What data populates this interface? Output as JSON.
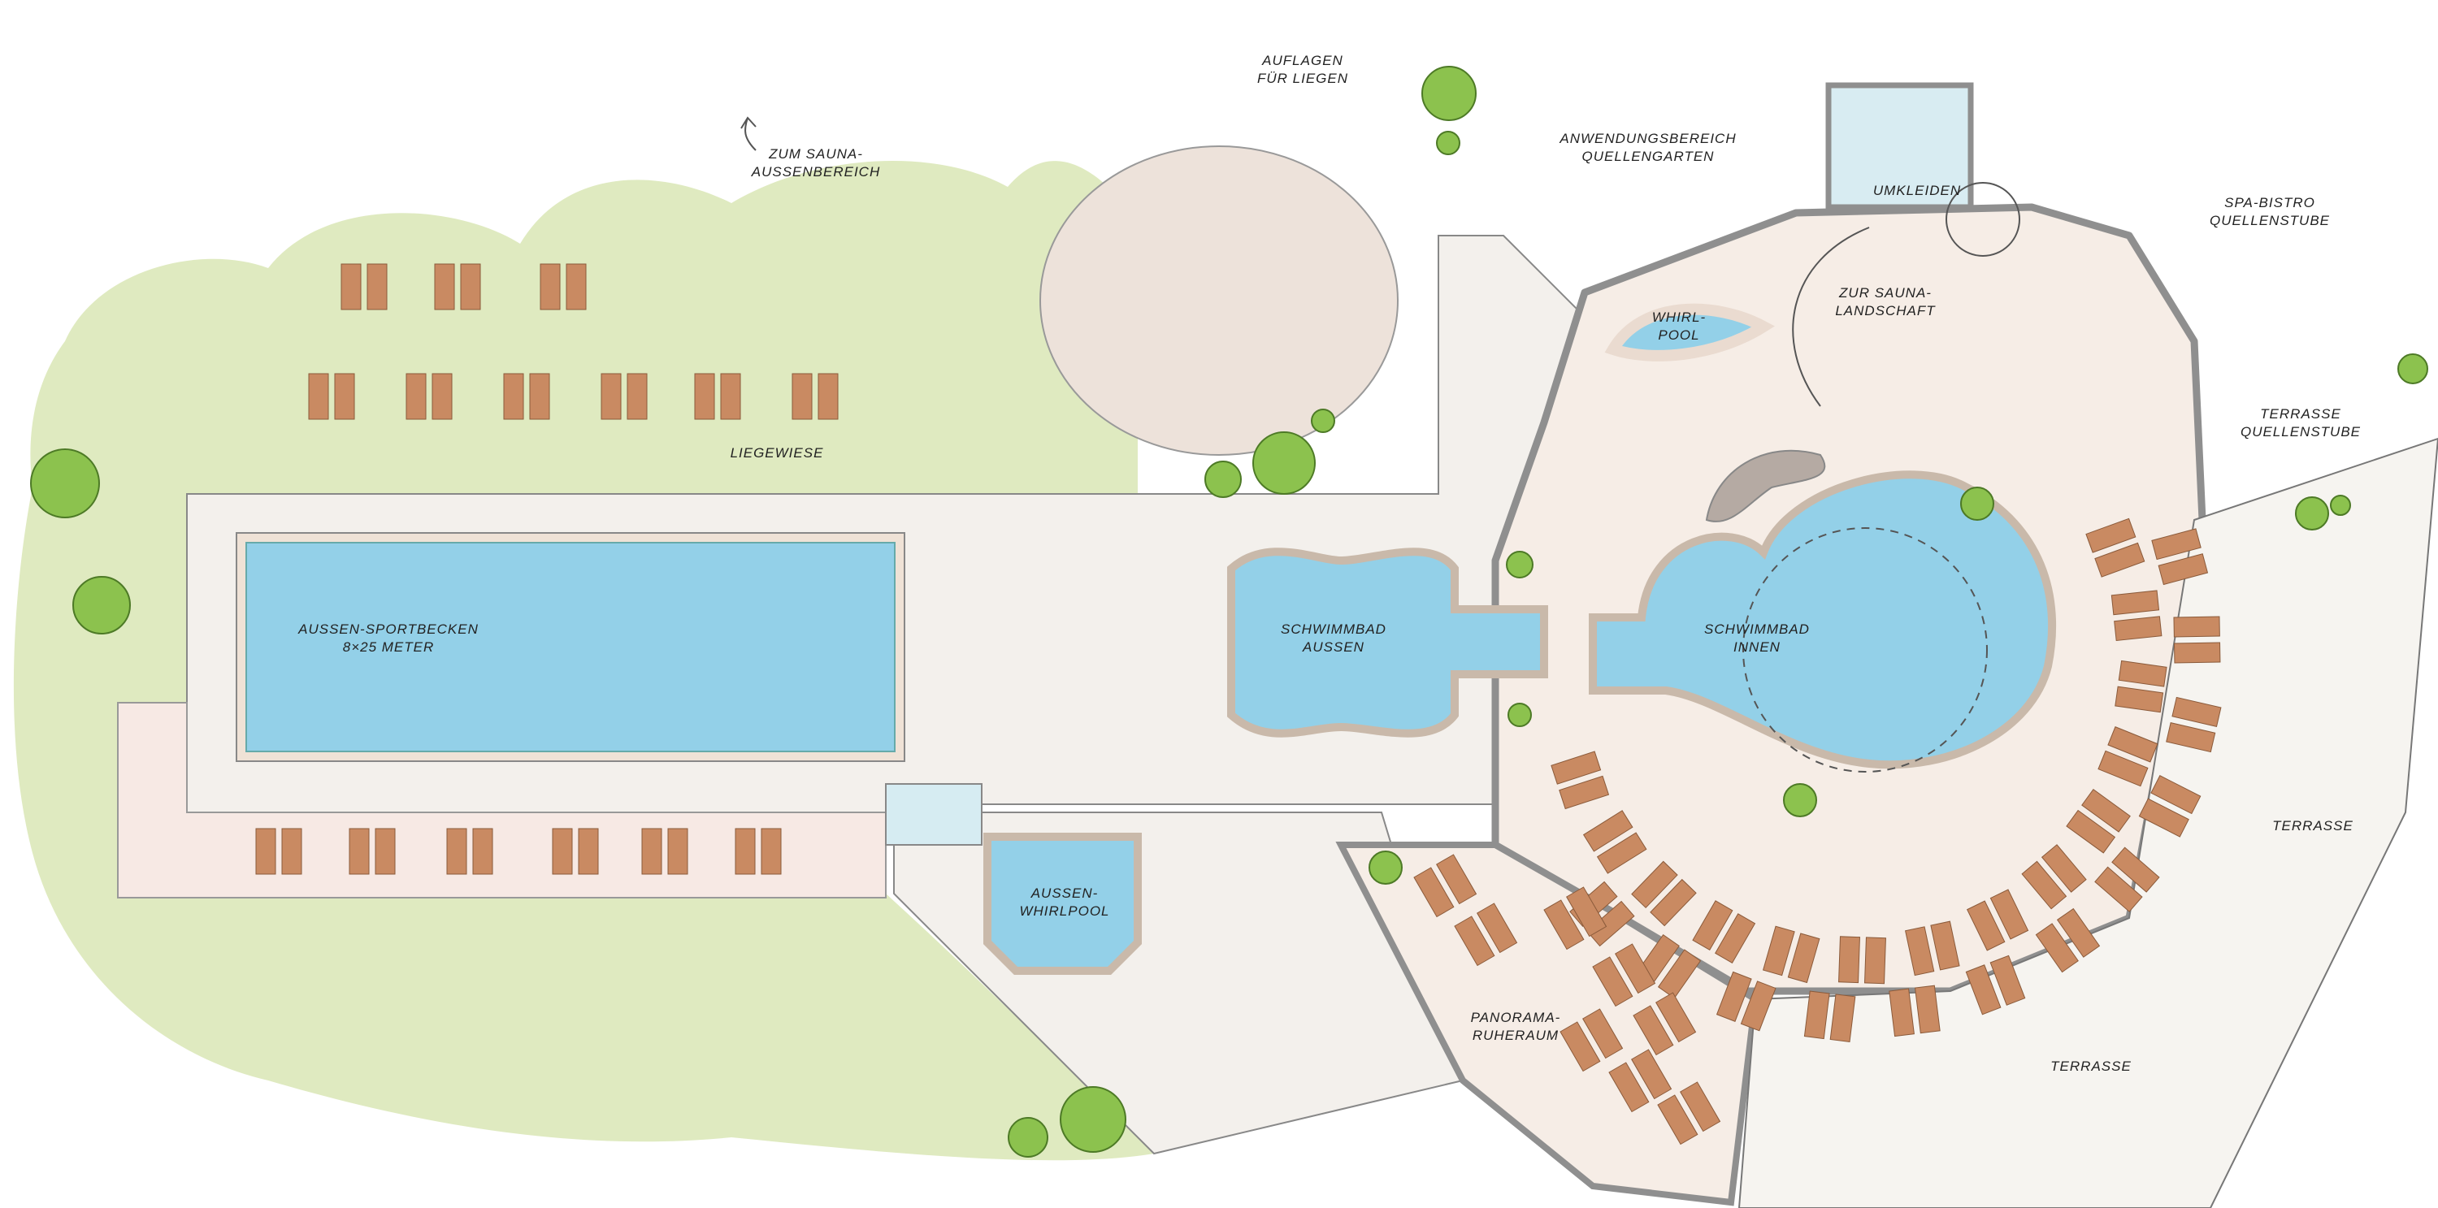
{
  "plan": {
    "labels": {
      "auflagen": [
        "AUFLAGEN",
        "FÜR LIEGEN"
      ],
      "zum_sauna_aussen": [
        "ZUM SAUNA-",
        "AUSSENBEREICH"
      ],
      "anwendungsbereich": [
        "ANWENDUNGSBEREICH",
        "QUELLENGARTEN"
      ],
      "umkleiden": "UMKLEIDEN",
      "spa_bistro": [
        "SPA-BISTRO",
        "QUELLENSTUBE"
      ],
      "zur_sauna": [
        "ZUR SAUNA-",
        "LANDSCHAFT"
      ],
      "whirlpool_innen": [
        "WHIRL-",
        "POOL"
      ],
      "terrasse_quellenstube": [
        "TERRASSE",
        "QUELLENSTUBE"
      ],
      "liegewiese": "LIEGEWIESE",
      "sportbecken": [
        "AUSSEN-SPORTBECKEN",
        "8×25 METER"
      ],
      "schwimmbad_aussen": [
        "SCHWIMMBAD",
        "AUSSEN"
      ],
      "schwimmbad_innen": [
        "SCHWIMMBAD",
        "INNEN"
      ],
      "terrasse_east": "TERRASSE",
      "aussen_whirlpool": [
        "AUSSEN-",
        "WHIRLPOOL"
      ],
      "panorama": [
        "PANORAMA-",
        "RUHERAUM"
      ],
      "terrasse_south": "TERRASSE"
    },
    "colors": {
      "water": "#93d0e8",
      "lawn": "#dfeac0",
      "floor": "#f6ede6",
      "deck": "#f3f0ec",
      "lounger": "#c98a62",
      "tree": "#8cc24e"
    }
  }
}
